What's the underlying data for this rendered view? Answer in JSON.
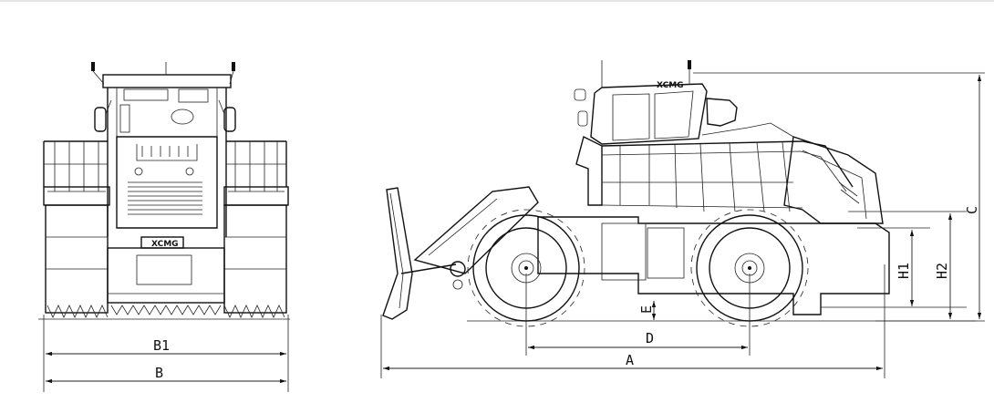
{
  "brand": "XCMG",
  "labels": {
    "front_overall_width": "B",
    "front_inner_width": "B1",
    "side_length": "A",
    "side_wheelbase": "D",
    "side_ground_clearance": "E",
    "side_height_total": "C",
    "side_height_h1": "H1",
    "side_height_h2": "H2"
  }
}
